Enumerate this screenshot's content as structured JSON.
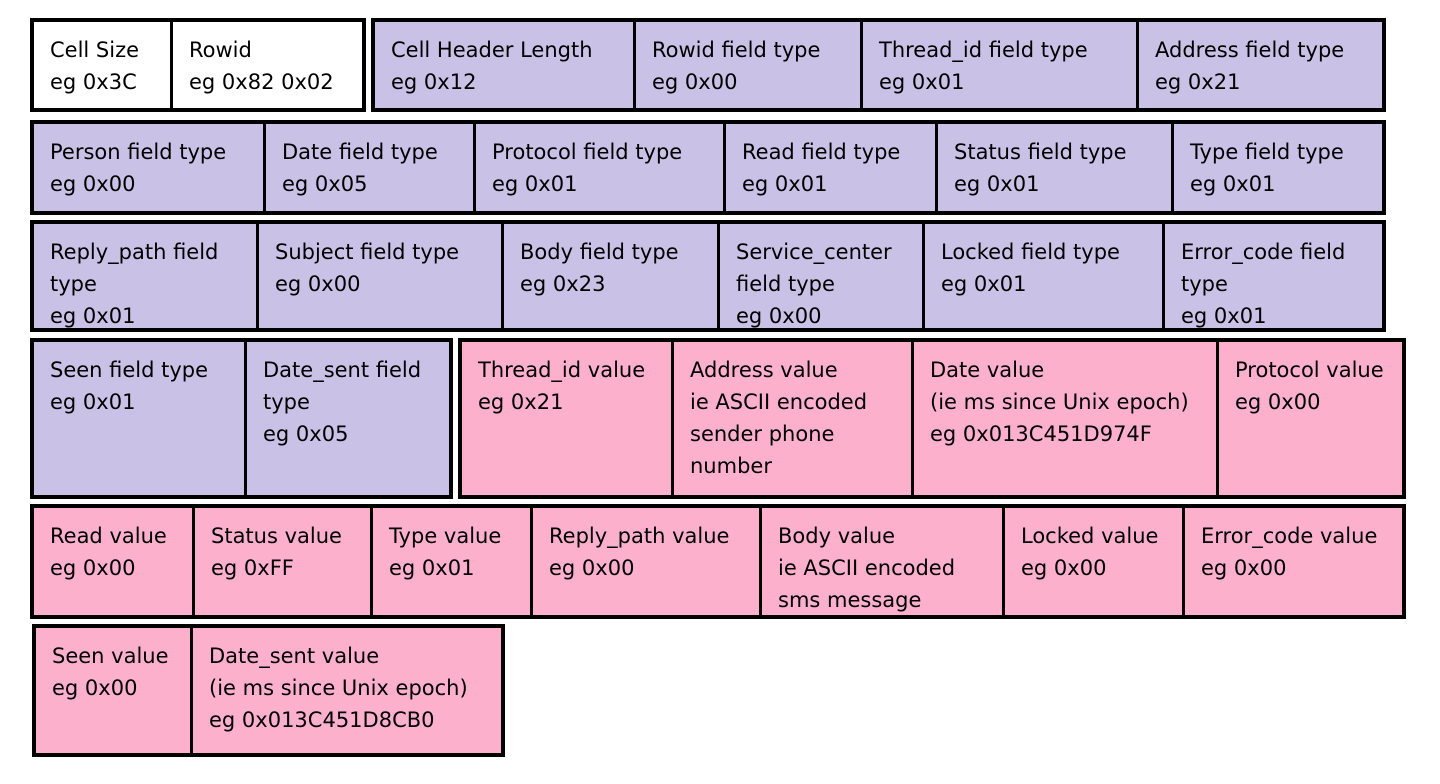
{
  "colors": {
    "header": "#ffffff",
    "field_type": "#c9c1e6",
    "value": "#fcb0cb",
    "border": "#000000"
  },
  "rows": [
    {
      "groups": [
        {
          "color": "white",
          "cells": [
            {
              "lines": [
                "Cell Size",
                "eg 0x3C"
              ]
            },
            {
              "lines": [
                "Rowid",
                "eg 0x82 0x02"
              ]
            }
          ]
        },
        {
          "color": "purple",
          "cells": [
            {
              "lines": [
                "Cell Header Length",
                "eg 0x12"
              ]
            },
            {
              "lines": [
                "Rowid field type",
                "eg 0x00"
              ]
            },
            {
              "lines": [
                "Thread_id field type",
                "eg 0x01"
              ]
            },
            {
              "lines": [
                "Address field type",
                "eg 0x21"
              ]
            }
          ]
        }
      ]
    },
    {
      "groups": [
        {
          "color": "purple",
          "cells": [
            {
              "lines": [
                "Person field type",
                "eg 0x00"
              ]
            },
            {
              "lines": [
                "Date field type",
                "eg 0x05"
              ]
            },
            {
              "lines": [
                "Protocol field type",
                "eg 0x01"
              ]
            },
            {
              "lines": [
                "Read field type",
                "eg 0x01"
              ]
            },
            {
              "lines": [
                "Status field type",
                "eg 0x01"
              ]
            },
            {
              "lines": [
                "Type field type",
                "eg 0x01"
              ]
            }
          ]
        }
      ]
    },
    {
      "groups": [
        {
          "color": "purple",
          "cells": [
            {
              "lines": [
                "Reply_path field",
                "type",
                "eg 0x01"
              ]
            },
            {
              "lines": [
                "Subject field type",
                "eg 0x00"
              ]
            },
            {
              "lines": [
                "Body field type",
                "eg 0x23"
              ]
            },
            {
              "lines": [
                "Service_center",
                "field type",
                "eg 0x00"
              ]
            },
            {
              "lines": [
                "Locked field type",
                "eg 0x01"
              ]
            },
            {
              "lines": [
                "Error_code field",
                "type",
                "eg 0x01"
              ]
            }
          ]
        }
      ]
    },
    {
      "groups": [
        {
          "color": "purple",
          "cells": [
            {
              "lines": [
                "Seen field type",
                "eg 0x01"
              ]
            },
            {
              "lines": [
                "Date_sent field",
                "type",
                "eg 0x05"
              ]
            }
          ]
        },
        {
          "color": "pink",
          "cells": [
            {
              "lines": [
                "Thread_id value",
                "eg 0x21"
              ]
            },
            {
              "lines": [
                "Address value",
                "ie ASCII encoded",
                "sender phone",
                "number"
              ]
            },
            {
              "lines": [
                "Date value",
                "(ie ms since Unix epoch)",
                "eg 0x013C451D974F"
              ]
            },
            {
              "lines": [
                "Protocol value",
                "eg 0x00"
              ]
            }
          ]
        }
      ]
    },
    {
      "groups": [
        {
          "color": "pink",
          "cells": [
            {
              "lines": [
                "Read value",
                "eg 0x00"
              ]
            },
            {
              "lines": [
                "Status value",
                "eg 0xFF"
              ]
            },
            {
              "lines": [
                "Type value",
                "eg 0x01"
              ]
            },
            {
              "lines": [
                "Reply_path value",
                "eg 0x00"
              ]
            },
            {
              "lines": [
                "Body value",
                "ie ASCII encoded",
                "sms message"
              ]
            },
            {
              "lines": [
                "Locked value",
                "eg 0x00"
              ]
            },
            {
              "lines": [
                "Error_code value",
                "eg 0x00"
              ]
            }
          ]
        }
      ]
    },
    {
      "groups": [
        {
          "color": "pink",
          "cells": [
            {
              "lines": [
                "Seen value",
                "eg 0x00"
              ]
            },
            {
              "lines": [
                "Date_sent value",
                "(ie ms since Unix epoch)",
                "eg 0x013C451D8CB0"
              ]
            }
          ]
        }
      ]
    }
  ]
}
